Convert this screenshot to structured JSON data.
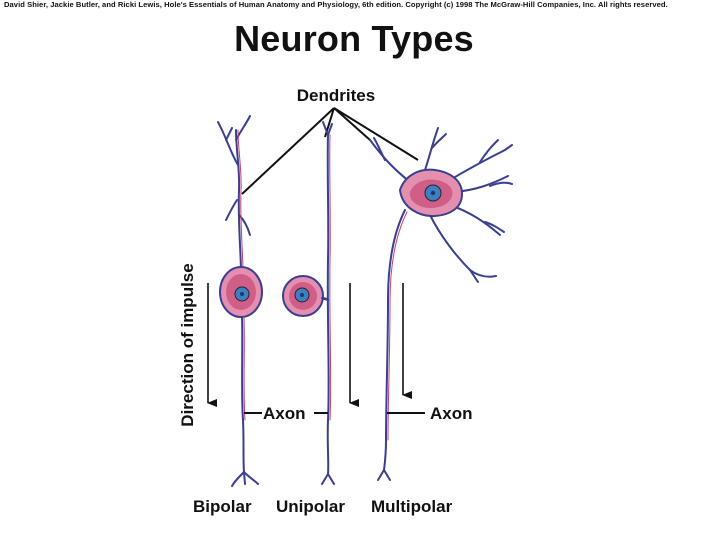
{
  "copyright": "David Shier, Jackie Butler, and Ricki Lewis, Hole's Essentials of Human Anatomy and Physiology, 6th edition. Copyright (c) 1998 The McGraw-Hill Companies, Inc. All rights reserved.",
  "title": "Neuron Types",
  "labels": {
    "dendrites": "Dendrites",
    "direction": "Direction of impulse",
    "axon_left": "Axon",
    "axon_right": "Axon"
  },
  "neuron_types": [
    "Bipolar",
    "Unipolar",
    "Multipolar"
  ],
  "colors": {
    "membrane": "#c2406e",
    "cytoplasm": "#e58fb0",
    "nucleus": "#3f7fc0",
    "fiber": "#3a3f8f",
    "text": "#111111"
  }
}
